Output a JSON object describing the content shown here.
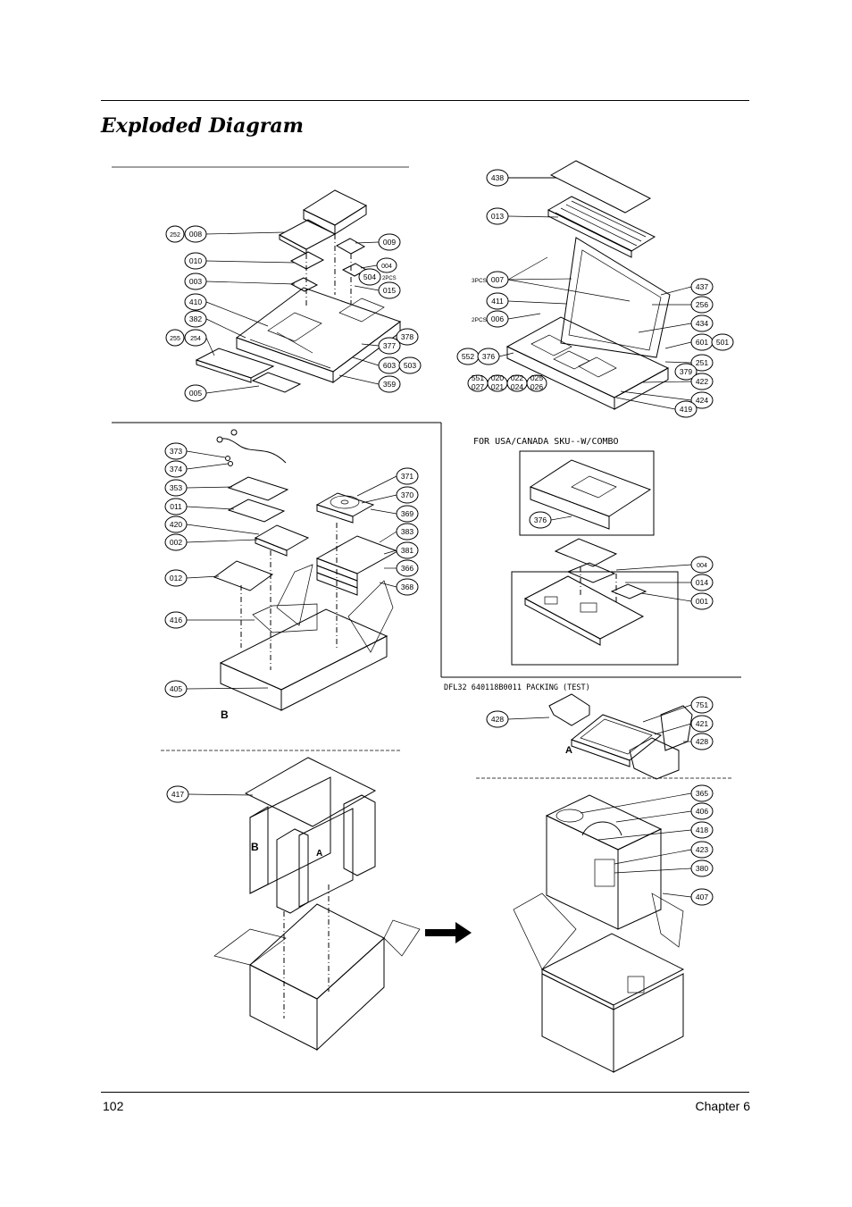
{
  "header": {
    "title": "Exploded Diagram"
  },
  "footer": {
    "page_number": "102",
    "chapter": "Chapter 6"
  },
  "notes": {
    "usa_canada": "FOR USA/CANADA SKU--W/COMBO",
    "packing": "DFL32 640118B0011 PACKING (TEST)",
    "marker_a": "A",
    "marker_b": "B"
  },
  "callouts": {
    "c252": "252",
    "c008": "008",
    "c010": "010",
    "c003": "003",
    "c410": "410",
    "c382": "382",
    "c255": "255",
    "c254": "254",
    "c005": "005",
    "c009": "009",
    "c004a": "004",
    "c504": "504",
    "c2pcs_a": "2PCS",
    "c015": "015",
    "c378": "378",
    "c377": "377",
    "c603": "603",
    "c503": "503",
    "c359": "359",
    "c438": "438",
    "c013": "013",
    "c3pcs": "3PCS",
    "c007": "007",
    "c411": "411",
    "c2pcs_b": "2PCS",
    "c006": "006",
    "c552": "552",
    "c376a": "376",
    "c551": "551",
    "c027": "027",
    "c020": "020",
    "c021": "021",
    "c022": "022",
    "c024": "024",
    "c025": "025",
    "c026": "026",
    "c437": "437",
    "c256": "256",
    "c434": "434",
    "c601": "601",
    "c501": "501",
    "c251": "251",
    "c379": "379",
    "c422": "422",
    "c424": "424",
    "c419": "419",
    "c373": "373",
    "c374": "374",
    "c353": "353",
    "c011": "011",
    "c420": "420",
    "c002": "002",
    "c012": "012",
    "c416": "416",
    "c405": "405",
    "c371": "371",
    "c370": "370",
    "c369": "369",
    "c383": "383",
    "c381": "381",
    "c366": "366",
    "c368": "368",
    "c376b": "376",
    "c004b": "004",
    "c014": "014",
    "c001": "001",
    "c428a": "428",
    "c751": "751",
    "c421": "421",
    "c428b": "428",
    "c417": "417",
    "c365": "365",
    "c406": "406",
    "c418": "418",
    "c423": "423",
    "c380": "380",
    "c407": "407"
  }
}
